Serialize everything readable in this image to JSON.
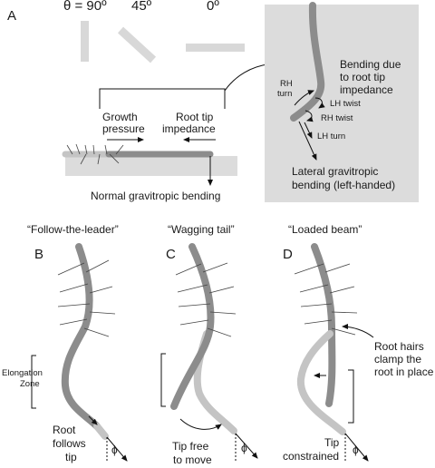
{
  "panel_a": {
    "label": "A",
    "theta_90": "θ = 90º",
    "theta_45": "45º",
    "theta_0": "0º",
    "growth_pressure_1": "Growth",
    "growth_pressure_2": "pressure",
    "root_tip_impedance_1": "Root tip",
    "root_tip_impedance_2": "impedance",
    "normal_bending": "Normal gravitropic bending",
    "rh_turn_1": "RH",
    "rh_turn_2": "turn",
    "lh_twist": "LH twist",
    "rh_twist": "RH twist",
    "lh_turn": "LH turn",
    "bending_1": "Bending due",
    "bending_2": "to root tip",
    "bending_3": "impedance",
    "lateral_1": "Lateral gravitropic",
    "lateral_2": "bending (left-handed)"
  },
  "panel_b": {
    "label": "B",
    "title": "“Follow-the-leader”",
    "elongation_1": "Elongation",
    "elongation_2": "Zone",
    "caption_1": "Root",
    "caption_2": "follows",
    "caption_3": "tip",
    "phi": "ϕ"
  },
  "panel_c": {
    "label": "C",
    "title": "“Wagging tail”",
    "caption_1": "Tip free",
    "caption_2": "to move",
    "phi": "ϕ"
  },
  "panel_d": {
    "label": "D",
    "title": "“Loaded beam”",
    "root_hairs_1": "Root hairs",
    "root_hairs_2": "clamp the",
    "root_hairs_3": "root in place",
    "caption_1": "Tip",
    "caption_2": "constrained",
    "phi": "ϕ"
  },
  "colors": {
    "root_dark": "#8c8c8c",
    "root_light": "#c4c4c4",
    "background_box": "#dcdcdc"
  }
}
